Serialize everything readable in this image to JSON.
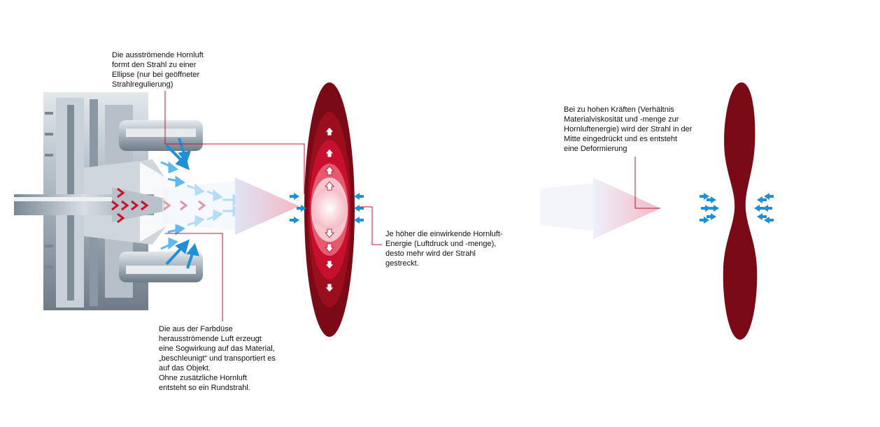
{
  "captions": {
    "horn_air_ellipse": "Die ausströmende Hornluft\nformt den Strahl zu einer\nEllipse (nur bei geöffneter\nStrahlregulierung)",
    "nozzle_air_suction": "Die aus der Farbdüse\nherausströmende Luft erzeugt\neine Sogwirkung auf das Material,\n„beschleunigt“ und transportiert es\nauf das Objekt.\nOhne zusätzliche Hornluft\nentsteht so ein Rundstrahl.",
    "higher_energy_stretch": "Je höher die einwirkende Hornluft-\nEnergie (Luftdruck und -menge),\ndesto mehr wird der Strahl\ngestreckt.",
    "excess_force_deformation": "Bei zu hohen Kräften (Verhältnis\nMaterialviskosität und -menge zur\nHornluftenergie) wird der Strahl in der\nMitte eingedrückt und es entsteht\neine Deformierung"
  },
  "colors": {
    "spray_dark": "#7a0a16",
    "spray_mid": "#c8102e",
    "spray_light": "#f7c6cf",
    "air_arrow": "#2b9fe0",
    "air_arrow_light": "#8fd0f5",
    "material_chevron": "#d0102a",
    "leader_line": "#c8102e",
    "nozzle_metal": "#9aa7b3"
  }
}
